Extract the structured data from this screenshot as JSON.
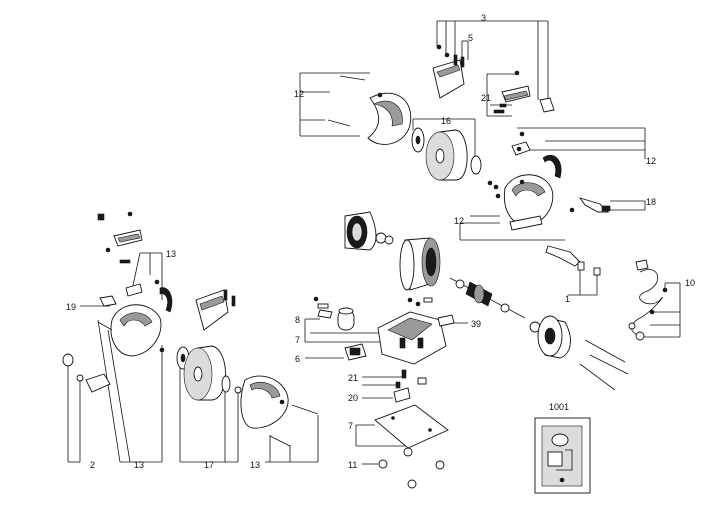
{
  "callouts": {
    "c3": "3",
    "c5": "5",
    "c12a": "12",
    "c16": "16",
    "c21a": "21",
    "c12b": "12",
    "c18": "18",
    "c12c": "12",
    "c13a": "13",
    "c19": "19",
    "c1": "1",
    "c10": "10",
    "c8": "8",
    "c39": "39",
    "c7a": "7",
    "c6": "6",
    "c21b": "21",
    "c20": "20",
    "c7b": "7",
    "c11": "11",
    "c2": "2",
    "c13b": "13",
    "c17": "17",
    "c13c": "13",
    "c1001": "1001"
  }
}
